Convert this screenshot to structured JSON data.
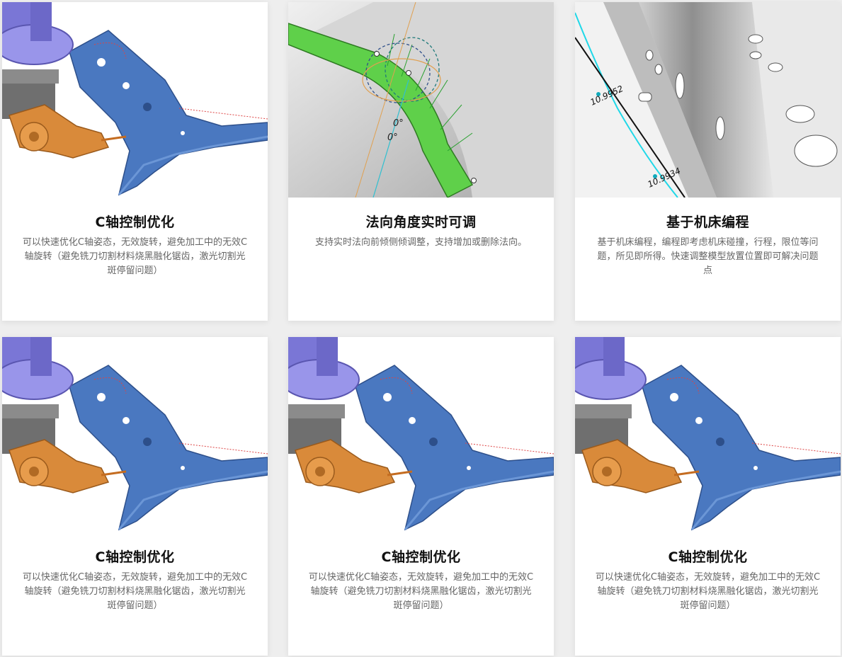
{
  "cards": [
    {
      "title": "C轴控制优化",
      "desc": "可以快速优化C轴姿态，无效旋转，避免加工中的无效C轴旋转（避免铣刀切割材料烧黑融化锯齿，激光切割光斑停留问题）",
      "image": "robot-laser-cutting-illustration"
    },
    {
      "title": "法向角度实时可调",
      "desc": "支持实时法向前倾侧倾调整，支持增加或删除法向。",
      "image": "normal-angle-adjust-illustration",
      "labels": [
        "0°",
        "0°"
      ]
    },
    {
      "title": "基于机床编程",
      "desc": "基于机床编程，编程即考虑机床碰撞，行程，限位等问题，所见即所得。快速调整模型放置位置即可解决问题点",
      "image": "machine-programming-illustration",
      "labels": [
        "10.9952",
        "10.9934"
      ]
    },
    {
      "title": "C轴控制优化",
      "desc": "可以快速优化C轴姿态，无效旋转，避免加工中的无效C轴旋转（避免铣刀切割材料烧黑融化锯齿，激光切割光斑停留问题）",
      "image": "robot-laser-cutting-illustration"
    },
    {
      "title": "C轴控制优化",
      "desc": "可以快速优化C轴姿态，无效旋转，避免加工中的无效C轴旋转（避免铣刀切割材料烧黑融化锯齿，激光切割光斑停留问题）",
      "image": "robot-laser-cutting-illustration"
    },
    {
      "title": "C轴控制优化",
      "desc": "可以快速优化C轴姿态，无效旋转，避免加工中的无效C轴旋转（避免铣刀切割材料烧黑融化锯齿，激光切割光斑停留问题）",
      "image": "robot-laser-cutting-illustration"
    }
  ],
  "colors": {
    "part_blue": "#4a78c0",
    "robot_purple": "#8a86e0",
    "tool_orange": "#d98a3a",
    "green_surface": "#5fd04a",
    "gray_surface": "#cfcfcf"
  }
}
